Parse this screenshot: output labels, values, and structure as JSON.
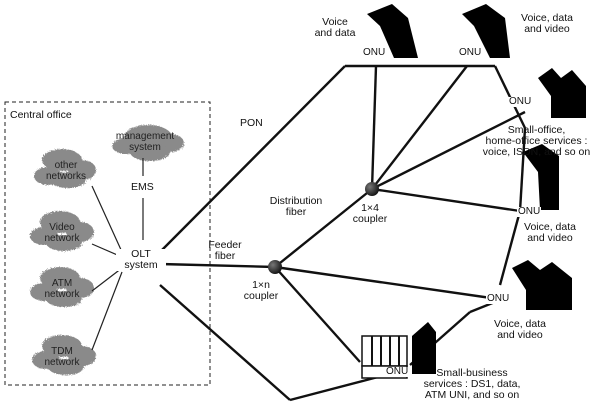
{
  "central_office": {
    "title": "Central office",
    "management_system": "management\nsystem",
    "ems": "EMS",
    "other_networks": "other\nnetworks",
    "video_network": "Video\nnetwork",
    "atm_network": "ATM\nnetwork",
    "tdm_network": "TDM\nnetwork",
    "olt": "OLT\nsystem"
  },
  "links": {
    "pon": "PON",
    "feeder_fiber": "Feeder\nfiber",
    "distribution_fiber": "Distribution\nfiber"
  },
  "couplers": {
    "one_by_n": "1×n\ncoupler",
    "one_by_four": "1×4\ncoupler"
  },
  "onu_label": "ONU",
  "services": {
    "voice_data_top": "Voice\nand data",
    "voice_data_video_top": "Voice, data\nand video",
    "soho": "Small-office,\nhome-office services :\nvoice, ISDN, and so on",
    "voice_data_video_mid": "Voice, data\nand video",
    "voice_data_video_low": "Voice, data\nand video",
    "small_business": "Small-business\nservices : DS1, data,\nATM UNI, and so on"
  }
}
